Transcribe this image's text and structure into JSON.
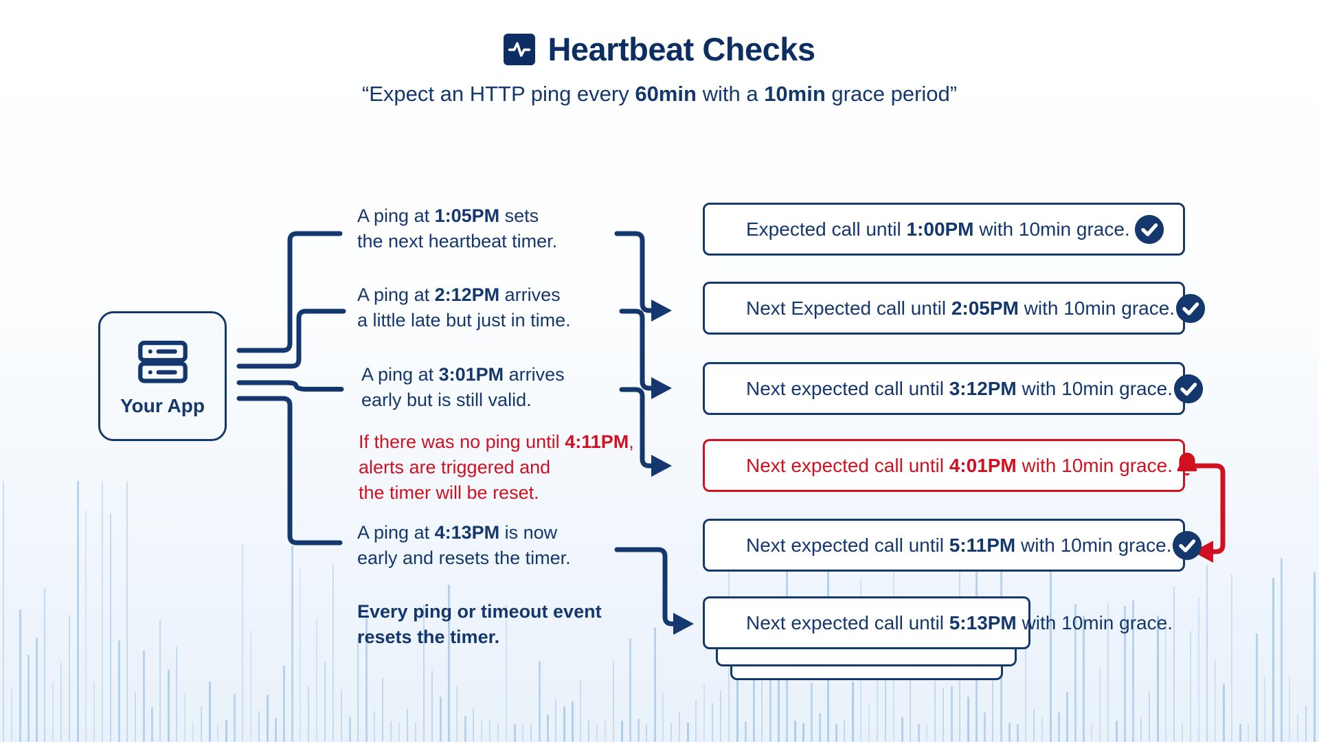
{
  "header": {
    "icon": "heartbeat-activity-icon",
    "title": "Heartbeat Checks",
    "subtitle": [
      {
        "t": "“Expect an HTTP ping every "
      },
      {
        "t": "60min",
        "b": true
      },
      {
        "t": " with a "
      },
      {
        "t": "10min",
        "b": true
      },
      {
        "t": " grace period”"
      }
    ]
  },
  "app_node": {
    "label": "Your App",
    "icon": "server-icon"
  },
  "flow_notes": [
    {
      "tone": "normal",
      "lines": [
        [
          {
            "t": "A ping at "
          },
          {
            "t": "1:05PM",
            "b": true
          },
          {
            "t": " sets"
          }
        ],
        [
          {
            "t": "the next heartbeat timer."
          }
        ]
      ]
    },
    {
      "tone": "normal",
      "lines": [
        [
          {
            "t": "A ping at "
          },
          {
            "t": "2:12PM",
            "b": true
          },
          {
            "t": " arrives"
          }
        ],
        [
          {
            "t": "a little late but just in time."
          }
        ]
      ]
    },
    {
      "tone": "normal",
      "lines": [
        [
          {
            "t": "A ping at "
          },
          {
            "t": "3:01PM",
            "b": true
          },
          {
            "t": " arrives"
          }
        ],
        [
          {
            "t": "early but is still valid."
          }
        ]
      ]
    },
    {
      "tone": "alert",
      "lines": [
        [
          {
            "t": "If there was no ping until "
          },
          {
            "t": "4:11PM",
            "b": true
          },
          {
            "t": ","
          }
        ],
        [
          {
            "t": "alerts are triggered and"
          }
        ],
        [
          {
            "t": "the timer will be reset."
          }
        ]
      ]
    },
    {
      "tone": "normal",
      "lines": [
        [
          {
            "t": "A ping at "
          },
          {
            "t": "4:13PM",
            "b": true
          },
          {
            "t": " is now"
          }
        ],
        [
          {
            "t": "early and resets the timer."
          }
        ]
      ]
    },
    {
      "tone": "emphasis",
      "lines": [
        [
          {
            "t": "Every ping or timeout event",
            "b": true
          }
        ],
        [
          {
            "t": "resets the timer.",
            "b": true
          }
        ]
      ]
    }
  ],
  "status_boxes": [
    {
      "tone": "ok",
      "icon": "check",
      "segments": [
        {
          "t": "Expected call until "
        },
        {
          "t": "1:00PM",
          "b": true
        },
        {
          "t": " with 10min grace."
        }
      ]
    },
    {
      "tone": "ok",
      "icon": "check",
      "segments": [
        {
          "t": "Next Expected call until "
        },
        {
          "t": "2:05PM",
          "b": true
        },
        {
          "t": " with 10min grace."
        }
      ]
    },
    {
      "tone": "ok",
      "icon": "check",
      "segments": [
        {
          "t": "Next expected call until "
        },
        {
          "t": "3:12PM",
          "b": true
        },
        {
          "t": " with 10min grace."
        }
      ]
    },
    {
      "tone": "alert",
      "icon": "bell",
      "segments": [
        {
          "t": "Next expected call until "
        },
        {
          "t": "4:01PM",
          "b": true
        },
        {
          "t": " with 10min grace."
        }
      ]
    },
    {
      "tone": "ok",
      "icon": "check",
      "segments": [
        {
          "t": "Next expected call until "
        },
        {
          "t": "5:11PM",
          "b": true
        },
        {
          "t": " with 10min grace."
        }
      ]
    },
    {
      "tone": "ok",
      "icon": "none",
      "segments": [
        {
          "t": "Next expected call until "
        },
        {
          "t": "5:13PM",
          "b": true
        },
        {
          "t": " with 10min grace."
        }
      ]
    }
  ],
  "colors": {
    "navy": "#14376d",
    "navy_dark": "#0d2e62",
    "alert_red": "#d0111f",
    "box_bg": "#ffffff",
    "app_bg": "#f7fafd",
    "wave": "#9cc3e8"
  }
}
